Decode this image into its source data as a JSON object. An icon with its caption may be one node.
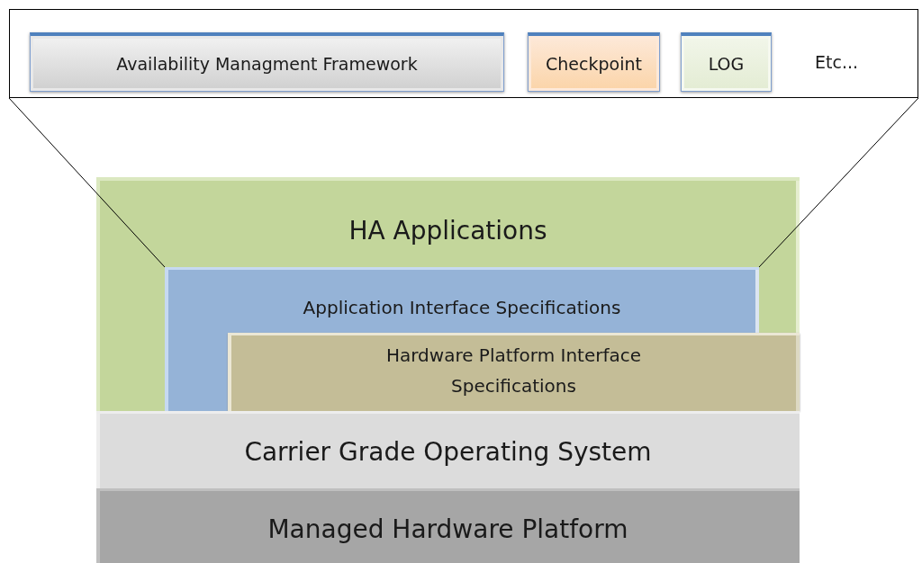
{
  "diagram": {
    "nodes": [
      {
        "text": [],
        "shape": "box"
      },
      {
        "text": [
          "Availability Managment Framework"
        ],
        "in": 0
      },
      {
        "text": [
          "Checkpoint"
        ],
        "in": 0
      },
      {
        "text": [
          "LOG"
        ],
        "in": 0
      },
      {
        "text": [
          "HA Applications"
        ]
      },
      {
        "text": [
          "Application Interface Specifications"
        ],
        "in": 4
      },
      {
        "text": [
          "Hardware Platform Interface Specifications"
        ],
        "in": 4
      },
      {
        "text": [
          "Carrier Grade Operating System"
        ]
      },
      {
        "text": [
          "Managed Hardware Platform"
        ]
      }
    ],
    "edges": [
      {
        "from": 0,
        "to": 5,
        "arrow": "none"
      },
      {
        "from": 0,
        "to": 5,
        "arrow": "none"
      }
    ],
    "labels": [
      "Etc..."
    ]
  }
}
